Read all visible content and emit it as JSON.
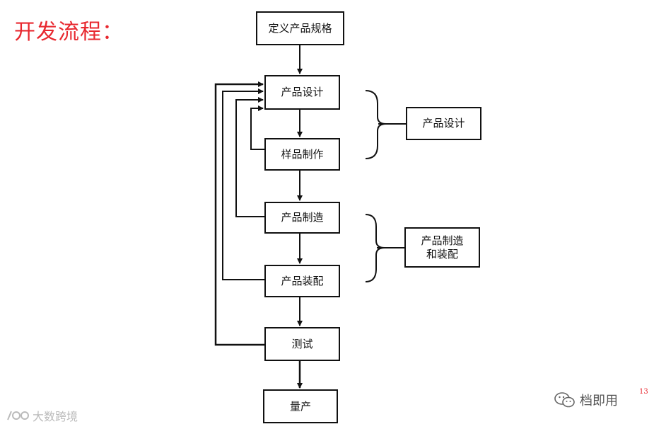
{
  "title": "开发流程：",
  "page_number": "13",
  "nodes": {
    "define": "定义产品规格",
    "design": "产品设计",
    "sample": "样品制作",
    "manufacture": "产品制造",
    "assembly": "产品装配",
    "test": "测试",
    "mass": "量产"
  },
  "groups": {
    "design_group": "产品设计",
    "mfg_group_line1": "产品制造",
    "mfg_group_line2": "和装配"
  },
  "watermarks": {
    "right": "档即用",
    "left": "大数跨境"
  }
}
